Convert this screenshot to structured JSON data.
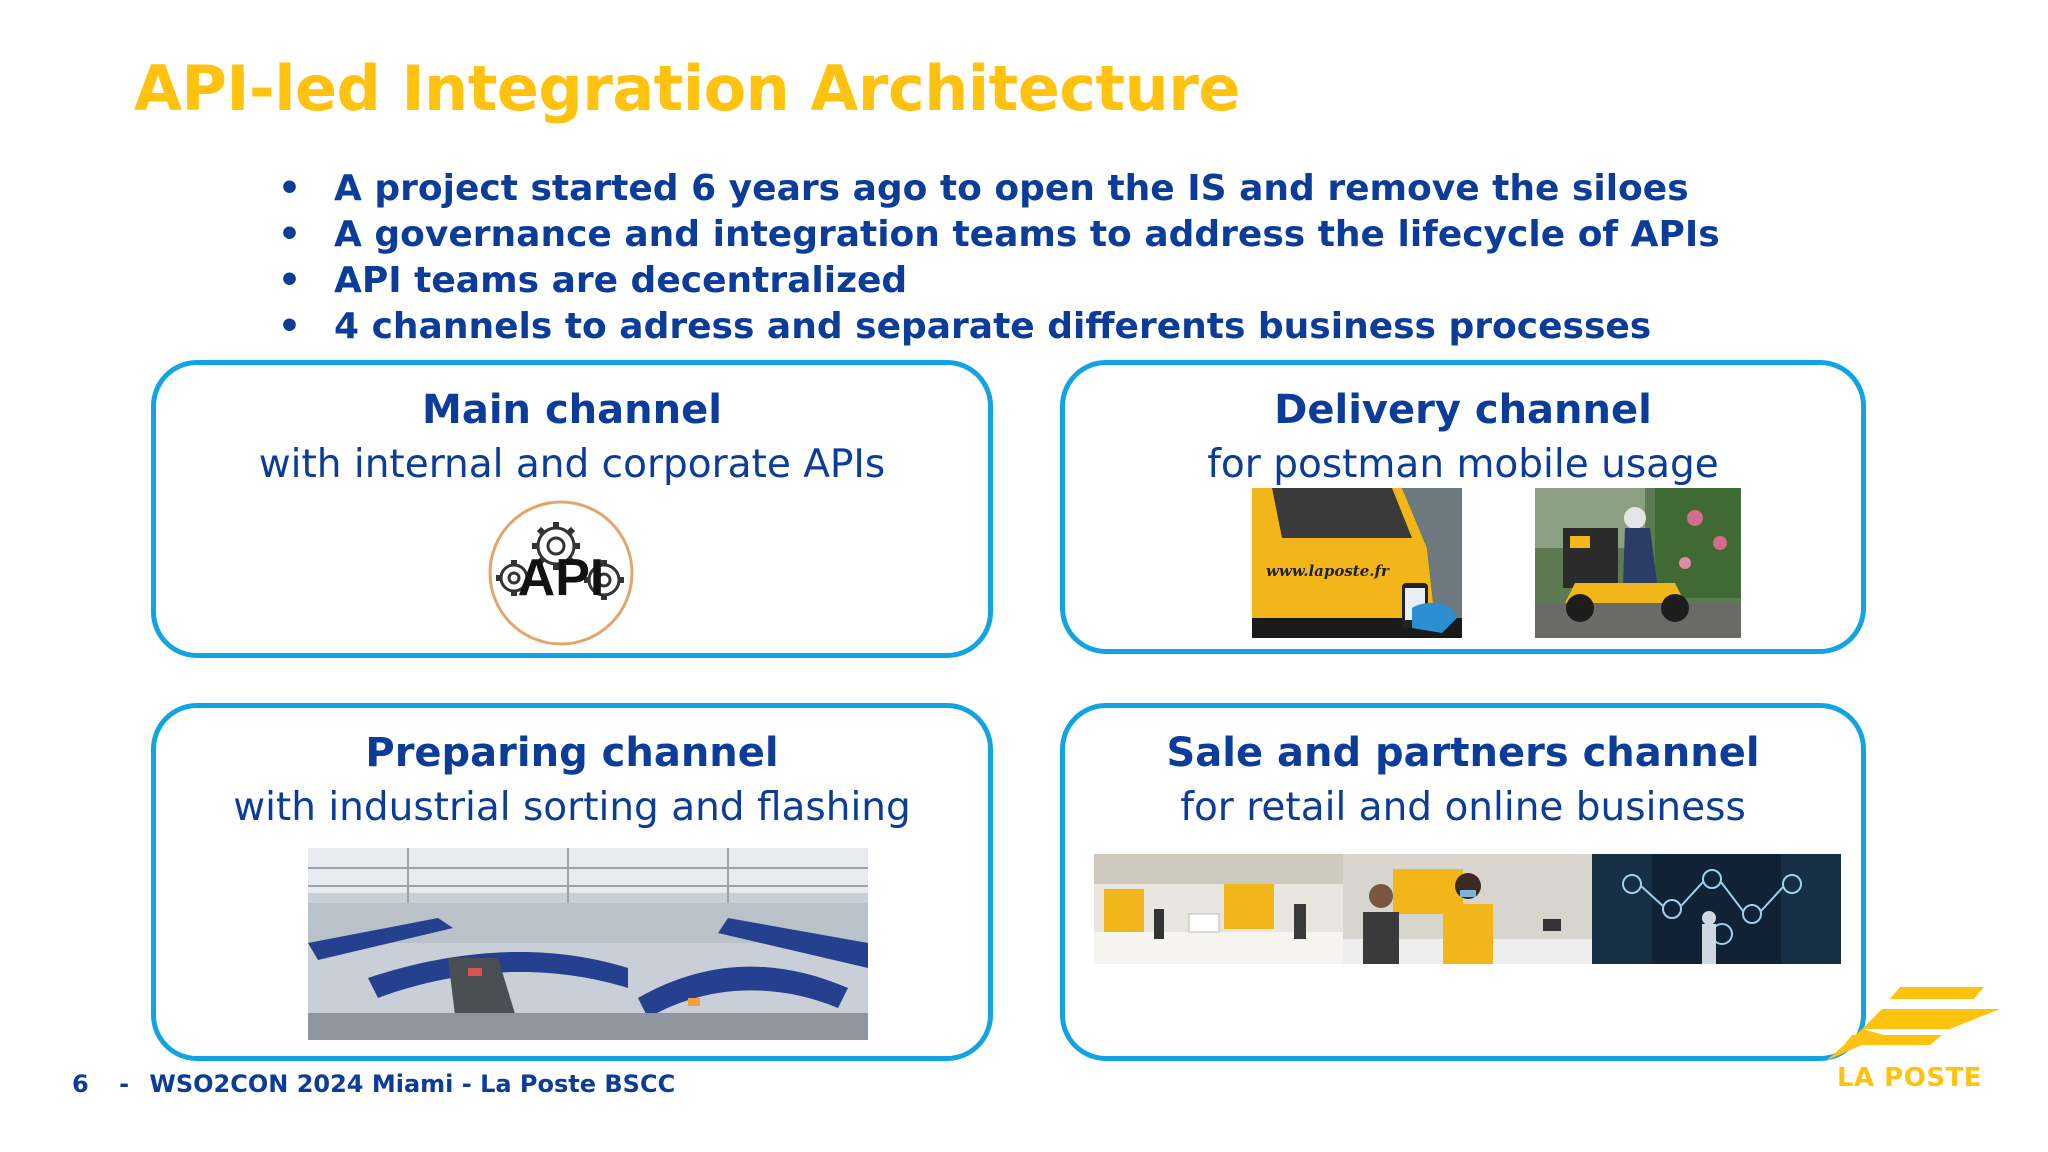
{
  "slide": {
    "title": "API-led Integration Architecture",
    "bullet_char": "•",
    "bullets": [
      "A project started 6 years ago to open the IS and remove the siloes",
      "A governance and integration teams to address the lifecycle of APIs",
      "API teams are decentralized",
      "4 channels to adress and separate differents business processes"
    ]
  },
  "cards": {
    "main": {
      "title": "Main channel",
      "subtitle": "with internal and corporate APIs",
      "icon_text": "API"
    },
    "delivery": {
      "title": "Delivery channel",
      "subtitle": "for postman mobile usage",
      "van_text": "www.laposte.fr"
    },
    "preparing": {
      "title": "Preparing channel",
      "subtitle": "with industrial sorting and flashing"
    },
    "sale": {
      "title": "Sale and partners channel",
      "subtitle": "for retail and online business"
    }
  },
  "footer": {
    "page": "6",
    "separator": "-",
    "text": "WSO2CON 2024 Miami - La Poste BSCC"
  },
  "logo": {
    "text": "LA POSTE"
  },
  "colors": {
    "brand_yellow": "#FFC20E",
    "brand_blue": "#0B3C9A",
    "border_cyan": "#12A3E3"
  }
}
